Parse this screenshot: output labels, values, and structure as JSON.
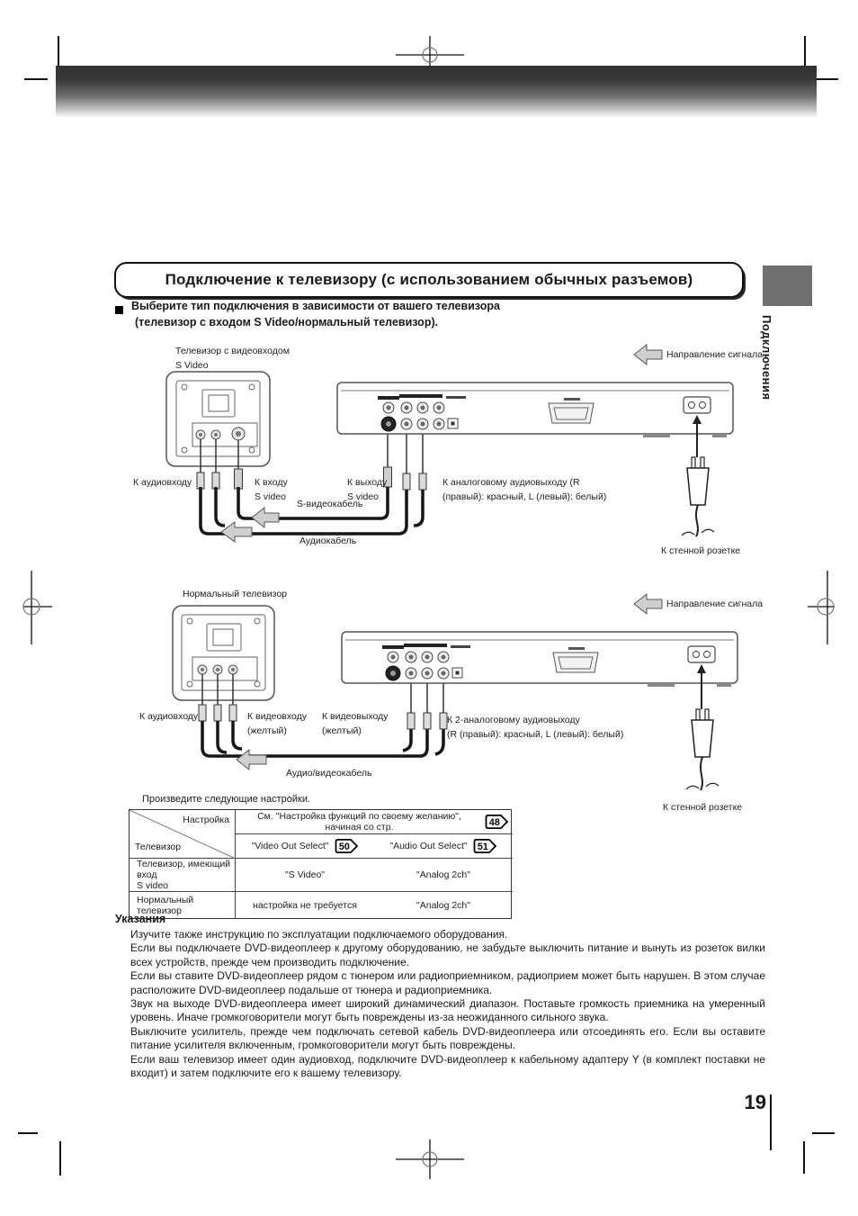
{
  "page_number": "19",
  "sidebar_tab": {
    "label": "Подключения"
  },
  "title": "Подключение  к  телевизору  (с  использованием  обычных  разъемов)",
  "intro": {
    "line1": "Выберите  тип  подключения  в  зависимости  от  вашего  телевизора",
    "line2": "(телевизор  с  входом  S  Video/нормальный  телевизор)."
  },
  "colors": {
    "tab_gray": "#6f6f6f",
    "arrow_gray": "#cfcfcf"
  },
  "diagram1": {
    "tv_label_1": "Телевизор  с  видеовходом",
    "tv_label_2": "S  Video",
    "signal_arrow_label": "Направление  сигнала",
    "audio_in": "К  аудиовходу",
    "svideo_in_1": "К  входу",
    "svideo_in_2": "S  video",
    "svideo_out_1": "К  выходу",
    "svideo_out_2": "S  video",
    "analog_out_1": "К  аналоговому  аудиовыходу  (R",
    "analog_out_2": "(правый):  красный,  L  (левый):  белый)",
    "svideo_cable": "S-видеокабель",
    "audio_cable": "Аудиокабель",
    "wall_outlet": "К  стенной  розетке"
  },
  "diagram2": {
    "tv_label": "Нормальный  телевизор",
    "signal_arrow_label": "Направление  сигнала",
    "audio_in": "К  аудиовходу",
    "video_in_1": "К  видеовходу",
    "video_in_2": "(желтый)",
    "video_out_1": "К  видеовыходу",
    "video_out_2": "(желтый)",
    "analog_out_1": "К  2-аналоговому  аудиовыходу",
    "analog_out_2": "(R  (правый):  красный,  L  (левый):  белый)",
    "av_cable": "Аудио/видеокабель",
    "wall_outlet": "К  стенной  розетке"
  },
  "settings": {
    "intro": "Произведите  следующие  настройки.",
    "table": {
      "corner_top": "Настройка",
      "corner_bottom": "Телевизор",
      "see_note": "См. \"Настройка функций по своему желанию\", начиная со стр.",
      "see_page": "48",
      "col_video": "\"Video  Out  Select\"",
      "col_video_page": "50",
      "col_audio": "\"Audio  Out  Select\"",
      "col_audio_page": "51",
      "rows": [
        {
          "tv_1": "Телевизор,  имеющий  вход",
          "tv_2": "S  video",
          "video": "\"S  Video\"",
          "audio": "\"Analog  2ch\""
        },
        {
          "tv_1": "Нормальный  телевизор",
          "tv_2": "",
          "video": "настройка  не  требуется",
          "audio": "\"Analog  2ch\""
        }
      ]
    }
  },
  "notes": {
    "heading": "Указания",
    "items": [
      "Изучите  также  инструкцию  по  эксплуатации  подключаемого  оборудования.",
      "Если  вы  подключаете  DVD-видеоплеер  к  другому  оборудованию,  не  забудьте  выключить  питание  и  вынуть  из  розеток вилки  всех  устройств,  прежде  чем  производить  подключение.",
      "Если  вы  ставите  DVD-видеоплеер  рядом  с  тюнером  или  радиоприемником,  радиоприем  может  быть  нарушен.  В  этом случае  расположите  DVD-видеоплеер  подальше  от  тюнера  и  радиоприемника.",
      "Звук  на  выходе  DVD-видеоплеера  имеет  широкий  динамический  диапазон.  Поставьте  громкость  приемника  на умеренный  уровень.  Иначе  громкоговорители  могут  быть  повреждены  из-за  неожиданного  сильного  звука.",
      "Выключите  усилитель,  прежде  чем  подключать  сетевой  кабель  DVD-видеоплеера  или  отсоединять  его.  Если  вы  оставите питание  усилителя  включенным,  громкоговорители  могут  быть  повреждены.",
      "Если  ваш  телевизор  имеет  один  аудиовход,  подключите  DVD-видеоплеер  к  кабельному  адаптеру  Y  (в  комплект  поставки не  входит)  и  затем  подключите  его  к  вашему  телевизору."
    ]
  }
}
